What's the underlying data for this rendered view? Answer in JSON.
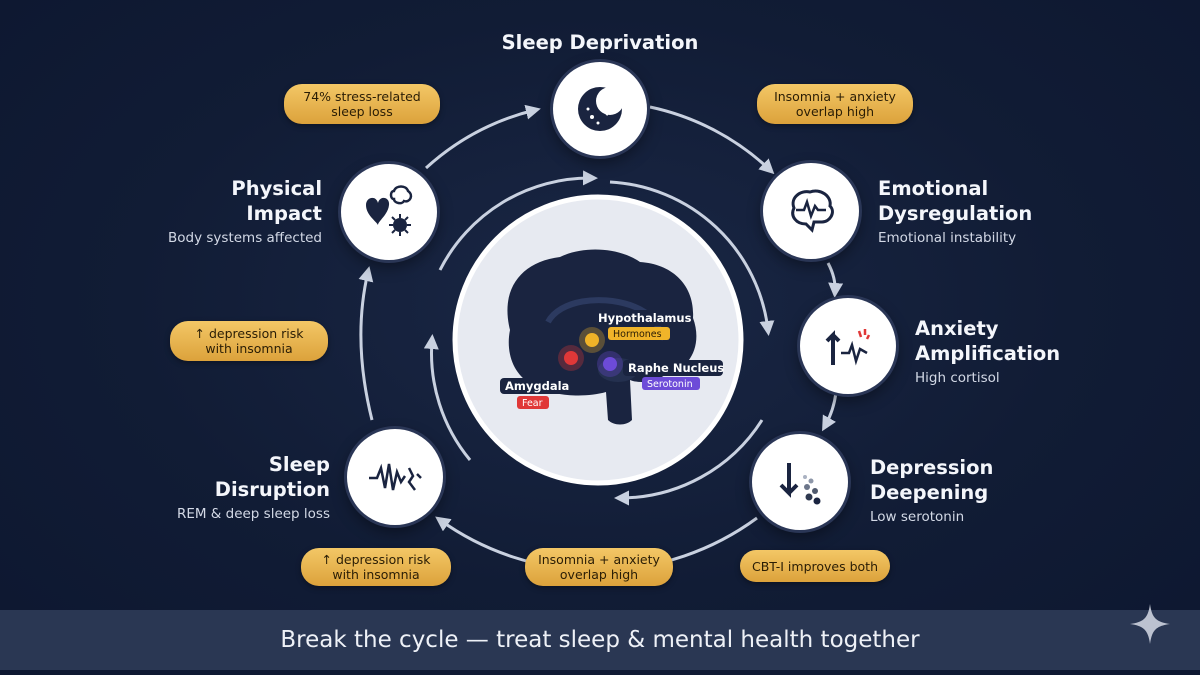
{
  "diagram": {
    "nodes": {
      "sleep_deprivation": {
        "title": "Sleep Deprivation",
        "icon": "cracked-moon-icon"
      },
      "emotional_dysregulation": {
        "title_line1": "Emotional",
        "title_line2": "Dysregulation",
        "subtitle": "Emotional instability",
        "icon": "brain-wave-icon"
      },
      "anxiety_amplification": {
        "title_line1": "Anxiety",
        "title_line2": "Amplification",
        "subtitle": "High cortisol",
        "icon": "arrow-up-pulse-icon"
      },
      "depression_deepening": {
        "title_line1": "Depression",
        "title_line2": "Deepening",
        "subtitle": "Low serotonin",
        "icon": "arrow-down-dots-icon"
      },
      "sleep_disruption": {
        "title_line1": "Sleep",
        "title_line2": "Disruption",
        "subtitle": "REM & deep sleep loss",
        "icon": "broken-waveform-icon"
      },
      "physical_impact": {
        "title_line1": "Physical",
        "title_line2": "Impact",
        "subtitle": "Body systems affected",
        "icon": "heart-brain-virus-icon"
      }
    },
    "pills": {
      "top_left": {
        "line1": "74% stress-related",
        "line2": "sleep loss"
      },
      "top_right": {
        "line1": "Insomnia + anxiety",
        "line2": "overlap high"
      },
      "mid_left": {
        "line1": "↑ depression risk",
        "line2": "with insomnia"
      },
      "bottom_left": {
        "line1": "↑ depression risk",
        "line2": "with insomnia"
      },
      "bottom_center": {
        "line1": "Insomnia + anxiety",
        "line2": "overlap high"
      },
      "bottom_right": {
        "line1": "CBT-I improves both"
      }
    },
    "brain": {
      "hypothalamus": {
        "name": "Hypothalamus",
        "tag": "Hormones"
      },
      "raphe": {
        "name": "Raphe Nucleus",
        "tag": "Serotonin"
      },
      "amygdala": {
        "name": "Amygdala",
        "tag": "Fear"
      }
    },
    "footer": "Break the cycle — treat sleep & mental health together",
    "colors": {
      "background": "#111c35",
      "gold": "#e5b04a",
      "hypothalamus": "#f0b429",
      "raphe": "#6d4bd8",
      "amygdala": "#e03838"
    }
  }
}
